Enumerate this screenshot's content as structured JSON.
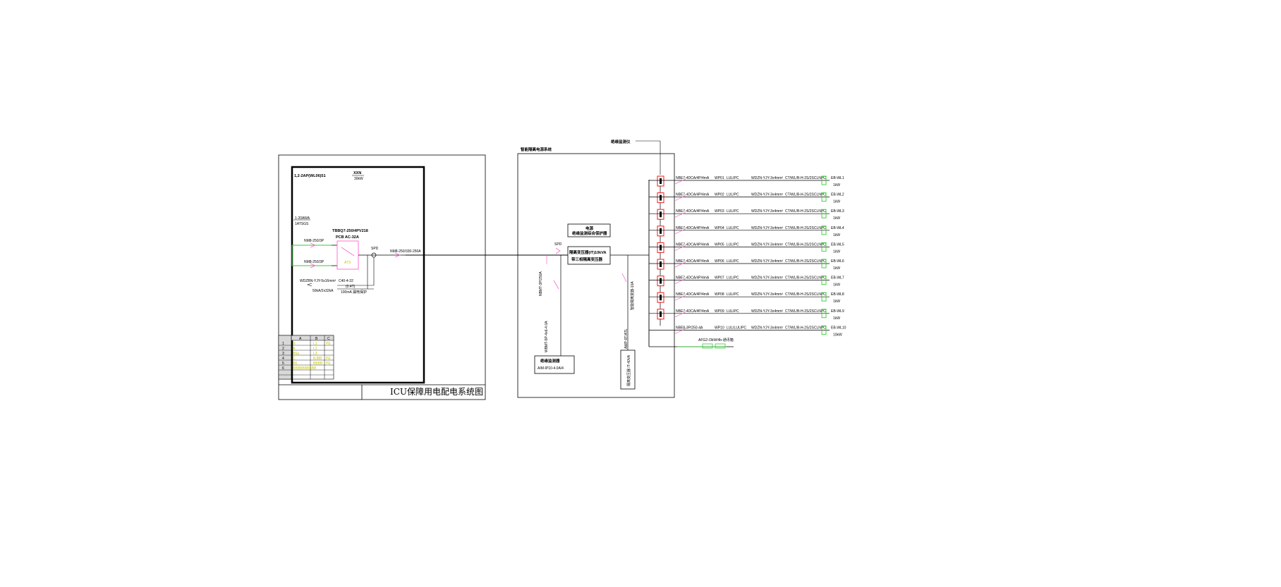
{
  "left_panel": {
    "title": "ICU保障用电配电系统图",
    "cable_top": "1,2-2AP(WL06)51",
    "panel_id": "XXN",
    "capacity": "30kW",
    "label_a": "1-20AWA",
    "label_b": "1ATSGS",
    "breaker_in1": "NM8-250/3P",
    "breaker_in2": "NM8-250/3P",
    "ats_model": "TBBQ7-250/4PV218",
    "ats_sub": "PCB AC-32A",
    "ats_tag": "ATS",
    "meter": "SPD",
    "out_breaker": "NM8-250/330-250A",
    "cable_feed": "WDZBN-YJY-5x16mm²",
    "spd_a": "C40-4-32",
    "spd_b": "(0.4T)",
    "spd_note": "100mA 漏电保护",
    "ground_note": "50kA/2x32kA"
  },
  "legend_table": {
    "headers": [
      "A",
      "B",
      "C"
    ],
    "rows": [
      {
        "n": "1",
        "a": "N",
        "b": "L1",
        "c": "PE"
      },
      {
        "n": "2",
        "a": "A",
        "b": "L2",
        "c": ""
      },
      {
        "n": "3",
        "a": "B6a",
        "b": "L3",
        "c": ""
      },
      {
        "n": "4",
        "a": "C",
        "b": "BJBB",
        "c": "PE"
      },
      {
        "n": "5",
        "a": "B6",
        "b": "BBBB",
        "c": "PE"
      },
      {
        "n": "6",
        "a": "BBBBBBBBBB",
        "b": "",
        "c": ""
      }
    ]
  },
  "right_panel": {
    "title": "智能隔离电源系统",
    "leader_label": "绝缘监测仪",
    "box1_line1": "电源",
    "box1_line2": "绝缘监测综合保护器",
    "box2_line1": "隔离变压器(IT)10kVA",
    "box2_line2": "带三相隔离变压器",
    "input_breaker": "SPD",
    "left_branch": "NBMT-3P/250A",
    "left_branch2": "WBMT-5P-4x6-4.0A",
    "monitor_box1": "绝缘监测器",
    "monitor_box2": "AIM-IP10-4.0A/4",
    "right_branch": "智能隔离变器-10A",
    "right_branch2": "AMP-9T/ATL",
    "right_box": "隔离变压器 IT-40VA",
    "pe_label": "AFG2-/3kW/4b-通讯箱"
  },
  "circuits": [
    {
      "breaker": "NBE7-4DCA/4P/4mA",
      "wl": "WP01",
      "load": "LULIPC",
      "cable": "WDZN-YJY-3x4mm²",
      "note": "CT/WL/B-H-2S/2SCLNPC",
      "id": "EB-WL1",
      "kw": "1kW"
    },
    {
      "breaker": "NBE7-4DCA/4P/4mA",
      "wl": "WP02",
      "load": "LULIPC",
      "cable": "WDZN-YJY-3x4mm²",
      "note": "CT/WL/B-H-2S/2SCLNPC",
      "id": "EB-WL2",
      "kw": "1kW"
    },
    {
      "breaker": "NBE7-4DCA/4P/4mA",
      "wl": "WP03",
      "load": "LULIPC",
      "cable": "WDZN-YJY-3x4mm²",
      "note": "CT/WL/B-H-2S/2SCLNPC",
      "id": "EB-WL3",
      "kw": "1kW"
    },
    {
      "breaker": "NBE7-4DCA/4P/4mA",
      "wl": "WP04",
      "load": "LULIPC",
      "cable": "WDZN-YJY-3x4mm²",
      "note": "CT/WL/B-H-2S/2SCLNPC",
      "id": "EB-WL4",
      "kw": "1kW"
    },
    {
      "breaker": "NBE7-4DCA/4P/4mA",
      "wl": "WP05",
      "load": "LULIPC",
      "cable": "WDZN-YJY-3x4mm²",
      "note": "CT/WL/B-H-2S/2SCLNPC",
      "id": "EB-WL5",
      "kw": "1kW"
    },
    {
      "breaker": "NBE7-4DCA/4P/4mA",
      "wl": "WP06",
      "load": "LULIPC",
      "cable": "WDZN-YJY-3x4mm²",
      "note": "CT/WL/B-H-2S/2SCLNPC",
      "id": "EB-WL6",
      "kw": "1kW"
    },
    {
      "breaker": "NBE7-4DCA/4P/4mA",
      "wl": "WP07",
      "load": "LULIPC",
      "cable": "WDZN-YJY-3x4mm²",
      "note": "CT/WL/B-H-2S/2SCLNPC",
      "id": "EB-WL7",
      "kw": "1kW"
    },
    {
      "breaker": "NBE7-4DCA/4P/4mA",
      "wl": "WP08",
      "load": "LULIPC",
      "cable": "WDZN-YJY-3x4mm²",
      "note": "CT/WL/B-H-2S/2SCLNPC",
      "id": "EB-WL8",
      "kw": "1kW"
    },
    {
      "breaker": "NBE7-4DCA/4P/4mA",
      "wl": "WP09",
      "load": "LULIPC",
      "cable": "WDZN-YJY-3x4mm²",
      "note": "CT/WL/B-H-2S/2SCLNPC",
      "id": "EB-WL9",
      "kw": "1kW"
    },
    {
      "breaker": "NBE8-3P/250-4A",
      "wl": "WP10",
      "load": "LULILULIPC",
      "cable": "WDZN-YJY-3x4mm²",
      "note": "CT/WL/B-H-2S/2SCLNPC",
      "id": "EB-WL10",
      "kw": "10kW"
    }
  ],
  "colors": {
    "line": "#000000",
    "red": "#ff2a2a",
    "pink": "#ff66cc",
    "green": "#33cc33",
    "yellow": "#c8c800",
    "cyan": "#00bcd4"
  }
}
